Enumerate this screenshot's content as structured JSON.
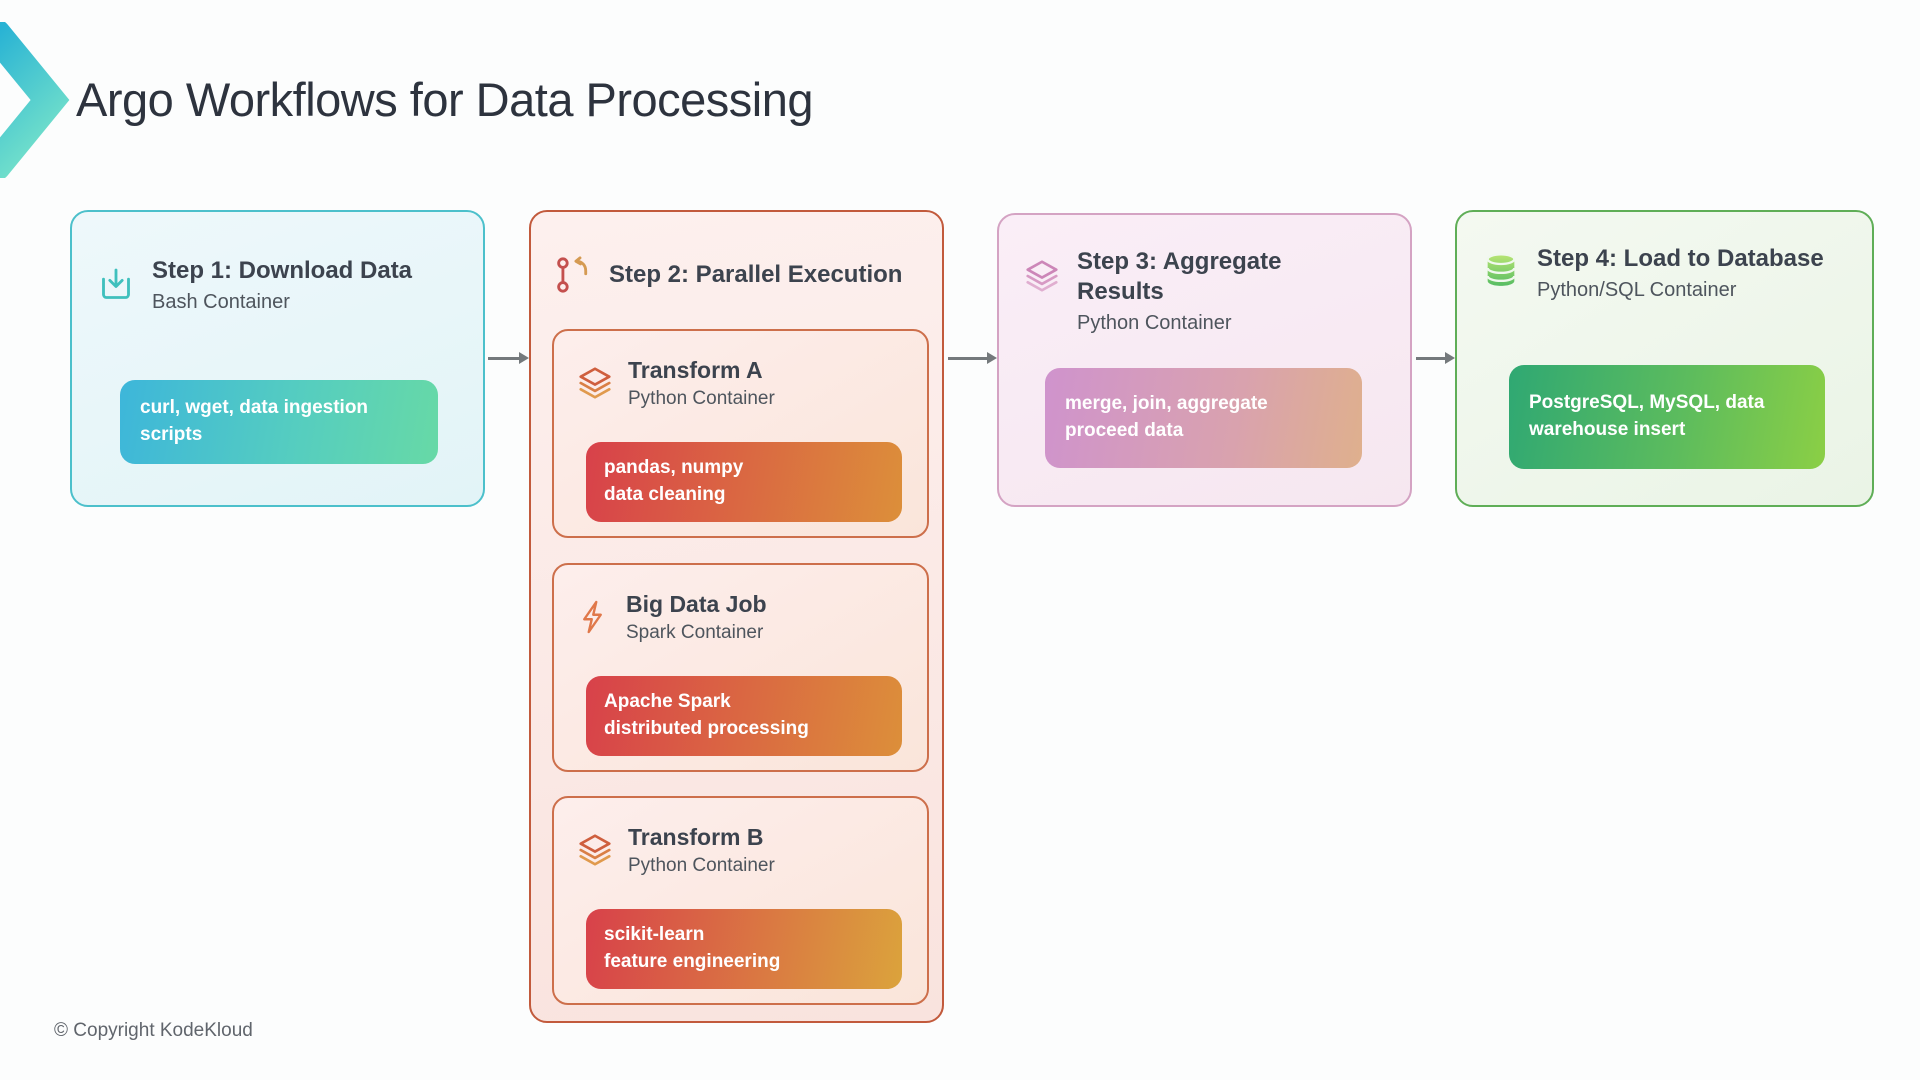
{
  "page": {
    "title": "Argo Workflows for Data Processing",
    "copyright": "© Copyright KodeKloud",
    "background": "#fcfdfd"
  },
  "logo": {
    "name": "kodekloud-chevron",
    "gradient_top": "#29b3d4",
    "gradient_bottom": "#6fdecb"
  },
  "flow": {
    "arrow_color": "#74797c"
  },
  "steps": [
    {
      "title": "Step 1: Download Data",
      "subtitle": "Bash Container",
      "icon": "download-icon",
      "accent": "#4cc0cb",
      "pill": {
        "lines": [
          "curl, wget, data ingestion",
          "scripts"
        ],
        "gradient": [
          "#3db6da",
          "#67d9a6"
        ]
      }
    },
    {
      "title": "Step 2: Parallel Execution",
      "icon": "git-fork-icon",
      "accent": "#c25a3c",
      "children": [
        {
          "title": "Transform A",
          "subtitle": "Python Container",
          "icon": "layers-icon",
          "pill": {
            "lines": [
              "pandas, numpy",
              "data cleaning"
            ],
            "gradient": [
              "#d8414a",
              "#dc8f3a"
            ]
          }
        },
        {
          "title": "Big Data Job",
          "subtitle": "Spark Container",
          "icon": "bolt-icon",
          "pill": {
            "lines": [
              "Apache Spark",
              "distributed processing"
            ],
            "gradient": [
              "#d8414a",
              "#dc8f3a"
            ]
          }
        },
        {
          "title": "Transform B",
          "subtitle": "Python Container",
          "icon": "layers-icon",
          "pill": {
            "lines": [
              "scikit-learn",
              "feature engineering"
            ],
            "gradient": [
              "#d8414a",
              "#dba33c"
            ]
          }
        }
      ]
    },
    {
      "title": "Step 3: Aggregate Results",
      "subtitle": "Python Container",
      "icon": "layers-icon",
      "accent": "#d4a3c3",
      "pill": {
        "lines": [
          "merge, join, aggregate",
          "proceed data"
        ],
        "gradient": [
          "#cf93cd",
          "#dfb08d"
        ]
      }
    },
    {
      "title": "Step 4: Load to Database",
      "subtitle": "Python/SQL Container",
      "icon": "database-icon",
      "accent": "#5fae57",
      "pill": {
        "lines": [
          "PostgreSQL, MySQL, data",
          "warehouse insert"
        ],
        "gradient": [
          "#2fa873",
          "#8bcf45"
        ]
      }
    }
  ]
}
